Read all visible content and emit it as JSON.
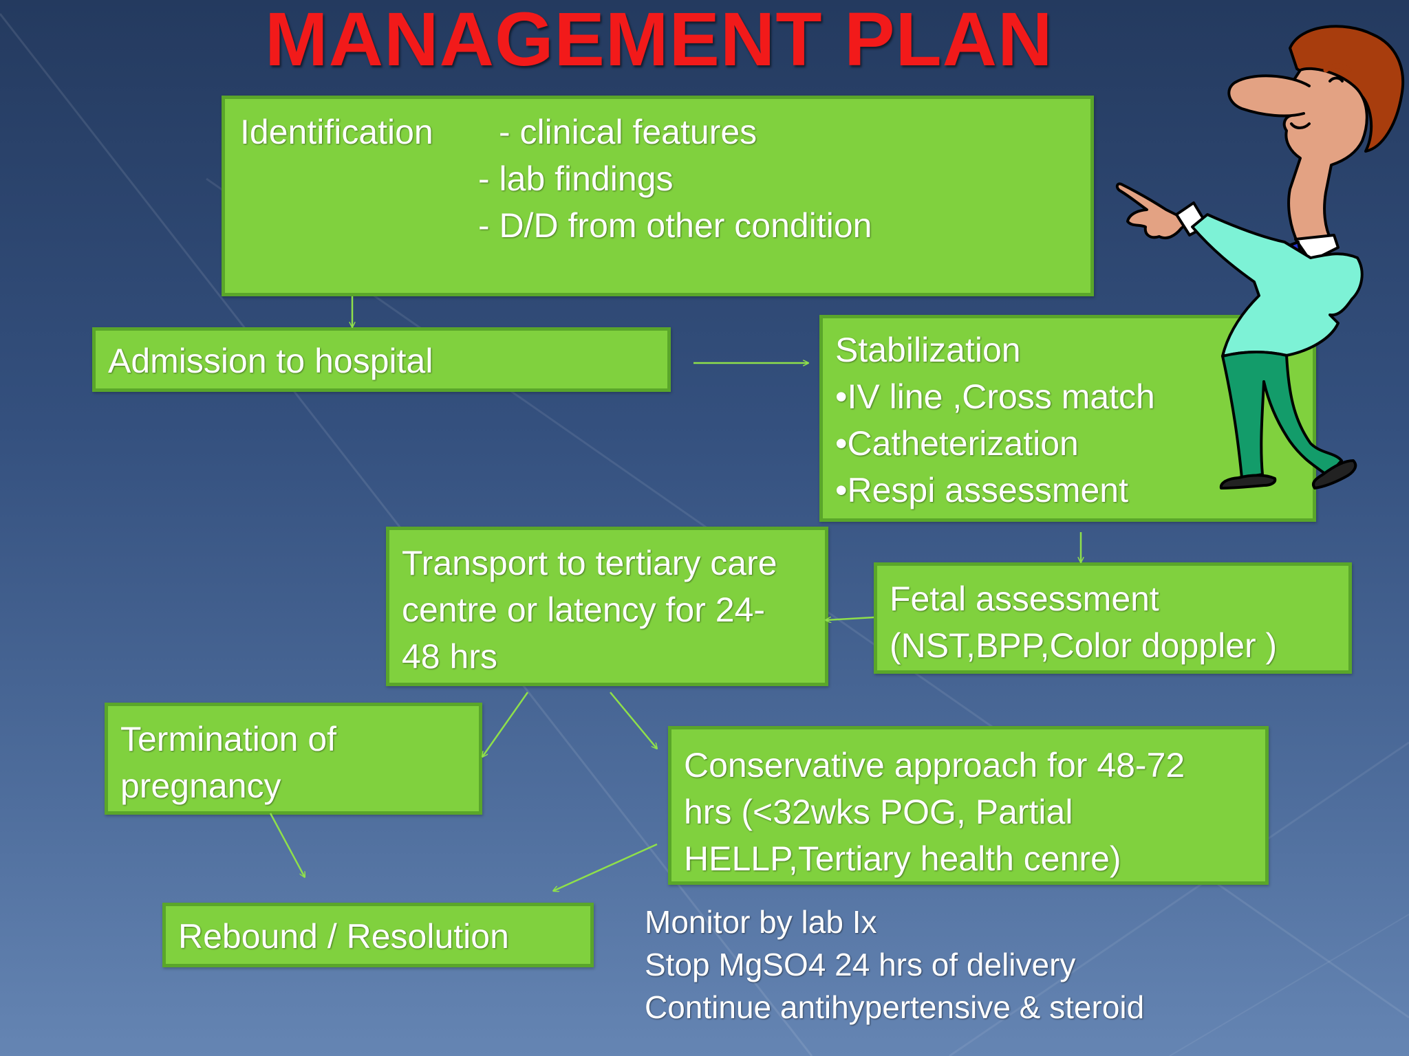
{
  "title": "MANAGEMENT PLAN",
  "identification": {
    "label": "Identification",
    "items": [
      "- clinical features",
      "- lab findings",
      "- D/D from other condition"
    ]
  },
  "admission": "Admission to hospital",
  "stabilization": {
    "heading": "Stabilization",
    "items": [
      "•IV line ,Cross match",
      "•Catheterization",
      "•Respi assessment"
    ]
  },
  "transport": [
    "Transport to tertiary care",
    "centre or latency for 24-",
    "48 hrs"
  ],
  "fetal": [
    "Fetal assessment",
    "(NST,BPP,Color doppler )"
  ],
  "termination": [
    "Termination of",
    "pregnancy"
  ],
  "conservative": [
    "Conservative approach for 48-72",
    "hrs (<32wks POG, Partial",
    "HELLP,Tertiary health cenre)"
  ],
  "rebound": "Rebound / Resolution",
  "notes": [
    "Monitor by lab Ix",
    "Stop MgSO4 24 hrs of delivery",
    "Continue antihypertensive & steroid"
  ],
  "colors": {
    "title": "#f21a1a",
    "box_fill": "#80d13e",
    "box_border": "#5aa62a",
    "arrow": "#8fe04a",
    "background_top": "#243a5f",
    "background_bottom": "#6585b3"
  },
  "illustration": "cartoon-man-pointing-icon"
}
